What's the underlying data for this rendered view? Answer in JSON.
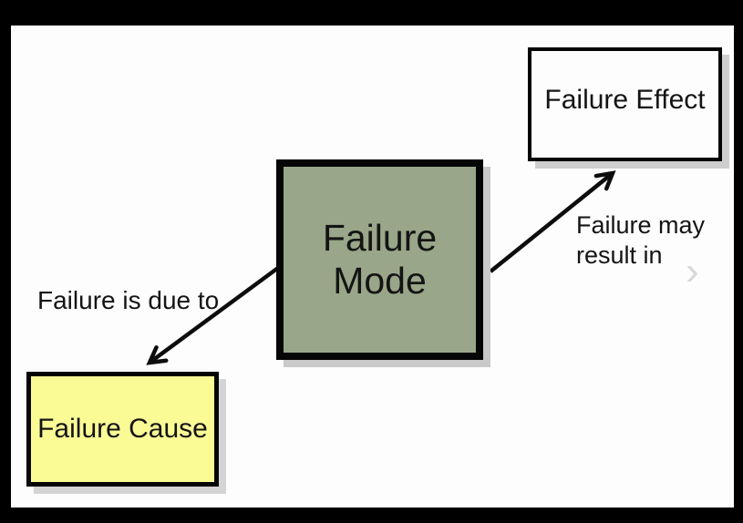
{
  "page": {
    "background": "#000000",
    "canvas_background": "#fdfdfd"
  },
  "diagram": {
    "mode_node": {
      "line1": "Failure",
      "line2": "Mode",
      "fill": "#99a689"
    },
    "effect_node": {
      "label": "Failure Effect",
      "fill": "#fdfdfd"
    },
    "cause_node": {
      "label": "Failure Cause",
      "fill": "#fbfb96"
    },
    "cause_edge": {
      "label": "Failure is due to"
    },
    "effect_edge": {
      "line1": "Failure may",
      "line2": "result in"
    },
    "decor": {
      "chevron": "›"
    }
  },
  "colors": {
    "node_border": "#060606",
    "arrow": "#0d0d0d",
    "text": "#141414",
    "mode_shadow": "#c9c9c9",
    "effect_shadow": "#cfcfcf",
    "cause_shadow": "#d4d4d4"
  }
}
